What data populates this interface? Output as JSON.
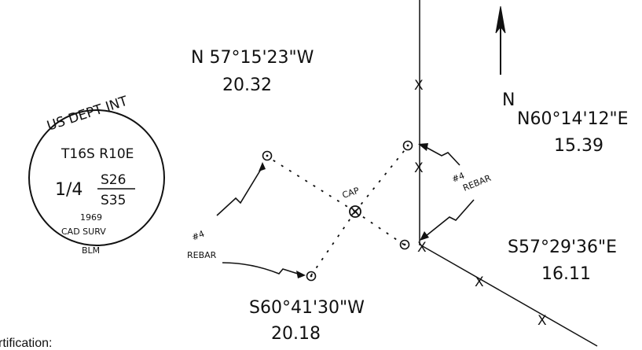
{
  "seal": {
    "line1": "US DEPT INT",
    "line2": "T16S R10E",
    "fraction_whole": "1/4",
    "fraction_top": "S26",
    "fraction_bottom": "S35",
    "year": "1969",
    "agency": "CAD SURV",
    "bureau": "BLM"
  },
  "courses": {
    "nw": {
      "bearing": "N 57°15'23\"W",
      "distance": "20.32"
    },
    "ne": {
      "bearing": "N60°14'12\"E",
      "distance": "15.39"
    },
    "se": {
      "bearing": "S57°29'36\"E",
      "distance": "16.11"
    },
    "sw": {
      "bearing": "S60°41'30\"W",
      "distance": "20.18"
    }
  },
  "labels": {
    "cap": "CAP",
    "rebar_left_1": "#4",
    "rebar_left_2": "REBAR",
    "rebar_right_1": "#4",
    "rebar_right_2": "REBAR",
    "north": "N",
    "fence_mark": "X"
  },
  "footer": {
    "caption": "rtification:"
  }
}
